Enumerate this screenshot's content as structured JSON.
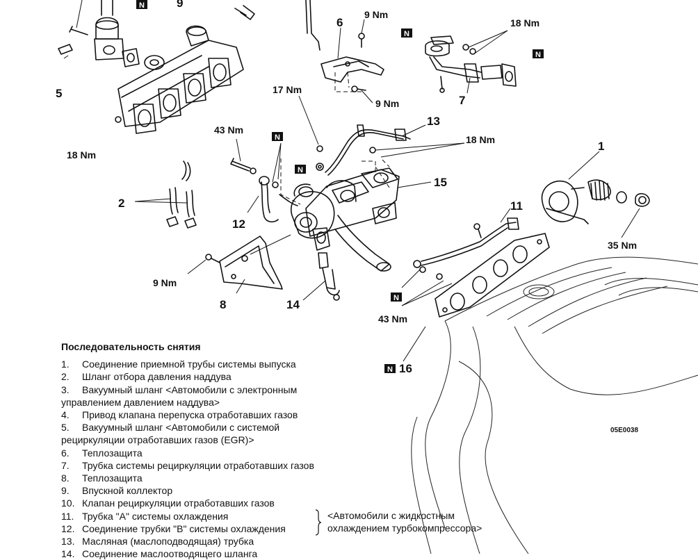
{
  "diagram": {
    "code": "05E0038",
    "torque": {
      "t9_top": "9 Nm",
      "t18_top": "18 Nm",
      "t17": "17 Nm",
      "t9_mid": "9 Nm",
      "t18_manifold": "18 Nm",
      "t43_left": "43 Nm",
      "t18_mid": "18 Nm",
      "t35": "35 Nm",
      "t9_shield": "9 Nm",
      "t43_bottom": "43 Nm"
    },
    "numbers": {
      "n1": "1",
      "n2": "2",
      "n5": "5",
      "n6": "6",
      "n7": "7",
      "n8": "8",
      "n9": "9",
      "n11": "11",
      "n12": "12",
      "n13": "13",
      "n14": "14",
      "n15": "15",
      "n16": "16"
    },
    "replace_mark": "N"
  },
  "removal": {
    "title": "Последовательность снятия",
    "items": [
      {
        "num": "1.",
        "text": "Соединение приемной трубы системы выпуска"
      },
      {
        "num": "2.",
        "text": "Шланг отбора давления наддува"
      },
      {
        "num": "3.",
        "text": "Вакуумный шланг <Автомобили с электронным",
        "cont": "управлением давлением наддува>"
      },
      {
        "num": "4.",
        "text": "Привод клапана перепуска отработавших газов"
      },
      {
        "num": "5.",
        "text": "Вакуумный шланг <Автомобили с системой",
        "cont": "рециркуляции отработавших газов (EGR)>"
      },
      {
        "num": "6.",
        "text": "Теплозащита"
      },
      {
        "num": "7.",
        "text": "Трубка системы рециркуляции отработавших газов"
      },
      {
        "num": "8.",
        "text": "Теплозащита"
      },
      {
        "num": "9.",
        "text": "Впускной коллектор"
      },
      {
        "num": "10.",
        "text": "Клапан рециркуляции отработавших газов"
      },
      {
        "num": "11.",
        "text": "Трубка \"A\" системы охлаждения"
      },
      {
        "num": "12.",
        "text": "Соединение трубки \"B\" системы охлаждения"
      },
      {
        "num": "13.",
        "text": "Масляная (маслоподводящая) трубка"
      },
      {
        "num": "14.",
        "text": "Соединение маслоотводящего шланга"
      }
    ],
    "note_line1": "<Автомобили с жидкостным",
    "note_line2": "охлаждением турбокомпрессора>"
  }
}
